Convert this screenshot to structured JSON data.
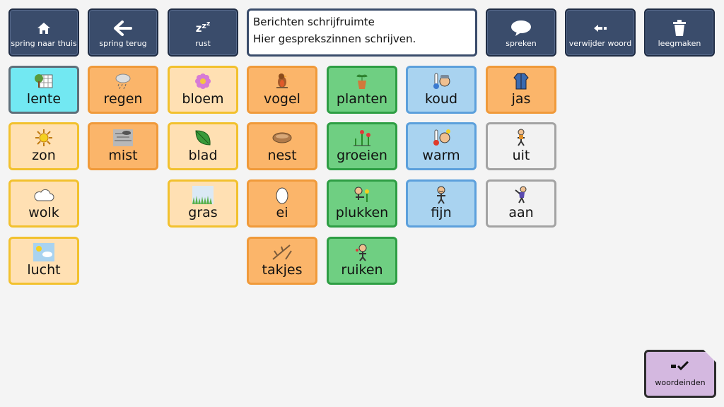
{
  "toolbar": {
    "home": {
      "label": "spring naar thuis",
      "icon": "home-icon"
    },
    "back": {
      "label": "spring terug",
      "icon": "arrow-left-icon"
    },
    "rest": {
      "label": "rust",
      "icon": "zzz-icon"
    },
    "speak": {
      "label": "spreken",
      "icon": "speech-bubble-icon"
    },
    "delete_word": {
      "label": "verwijder woord",
      "icon": "backspace-icon"
    },
    "clear": {
      "label": "leegmaken",
      "icon": "trash-icon"
    }
  },
  "message": {
    "title": "Berichten schrijfruimte",
    "placeholder": "Hier gesprekszinnen schrijven."
  },
  "grid": [
    {
      "label": "lente",
      "color": "cyan",
      "icon": "calendar-tree-icon"
    },
    {
      "label": "regen",
      "color": "orange",
      "icon": "rain-cloud-icon"
    },
    {
      "label": "bloem",
      "color": "yellow",
      "icon": "flower-icon"
    },
    {
      "label": "vogel",
      "color": "orange",
      "icon": "bird-icon"
    },
    {
      "label": "planten",
      "color": "green",
      "icon": "plant-pot-icon"
    },
    {
      "label": "koud",
      "color": "blue",
      "icon": "cold-thermometer-icon"
    },
    {
      "label": "jas",
      "color": "orange",
      "icon": "jacket-icon"
    },
    {
      "label": "zon",
      "color": "yellow",
      "icon": "sun-icon"
    },
    {
      "label": "mist",
      "color": "orange",
      "icon": "fog-icon"
    },
    {
      "label": "blad",
      "color": "yellow",
      "icon": "leaf-icon"
    },
    {
      "label": "nest",
      "color": "orange",
      "icon": "nest-icon"
    },
    {
      "label": "groeien",
      "color": "green",
      "icon": "growing-plants-icon"
    },
    {
      "label": "warm",
      "color": "blue",
      "icon": "warm-thermometer-icon"
    },
    {
      "label": "uit",
      "color": "gray",
      "icon": "person-undress-icon"
    },
    {
      "label": "wolk",
      "color": "yellow",
      "icon": "cloud-icon"
    },
    {
      "label": "gras",
      "color": "yellow",
      "icon": "grass-icon"
    },
    {
      "label": "ei",
      "color": "orange",
      "icon": "egg-icon"
    },
    {
      "label": "plukken",
      "color": "green",
      "icon": "picking-flowers-icon"
    },
    {
      "label": "fijn",
      "color": "blue",
      "icon": "happy-person-icon"
    },
    {
      "label": "aan",
      "color": "gray",
      "icon": "person-dress-icon"
    },
    {
      "label": "lucht",
      "color": "yellow",
      "icon": "sky-icon"
    },
    {
      "label": "takjes",
      "color": "orange",
      "icon": "twigs-icon"
    },
    {
      "label": "ruiken",
      "color": "green",
      "icon": "smelling-person-icon"
    }
  ],
  "word_end": {
    "label": "woordeinden",
    "icon": "word-check-icon"
  },
  "colors": {
    "toolbar": "#3a4c6b",
    "yellow": "#ffe0b3",
    "orange": "#fbb56a",
    "green": "#6fcf82",
    "blue": "#a9d3f0",
    "gray": "#f2f2f2",
    "cyan": "#72e8f2",
    "word_end": "#d4b8e0"
  }
}
